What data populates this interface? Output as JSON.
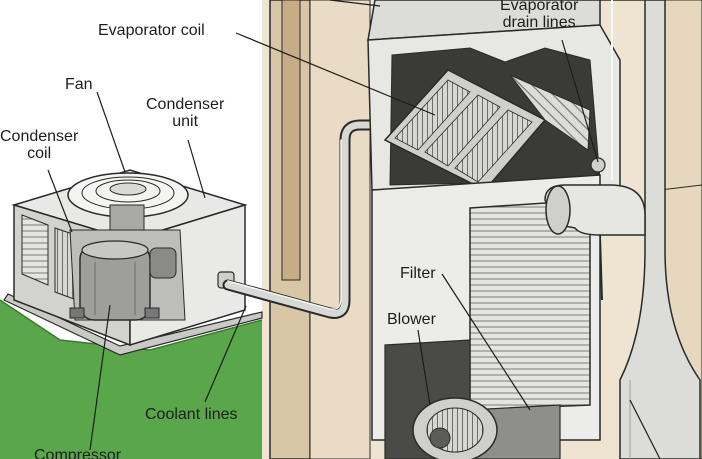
{
  "labels": {
    "evaporator_coil": "Evaporator coil",
    "evaporator_drain_lines": "Evaporator\ndrain lines",
    "fan": "Fan",
    "condenser_unit": "Condenser\nunit",
    "condenser_coil": "Condenser\ncoil",
    "filter": "Filter",
    "blower": "Blower",
    "coolant_lines": "Coolant lines",
    "compressor": "Compressor"
  },
  "colors": {
    "wall": "#e9dcc8",
    "grass": "#5aa64a",
    "metal_light": "#eeeeec",
    "metal_mid": "#c9c9c6",
    "metal_dark": "#8e8e8b",
    "outline": "#2a2a2a"
  }
}
